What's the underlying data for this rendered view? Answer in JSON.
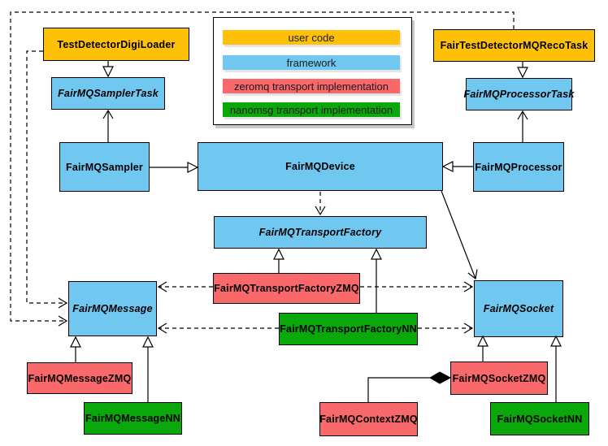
{
  "colors": {
    "user_code": "#FFC107",
    "framework": "#70C8F0",
    "zeromq_transport": "#F9696C",
    "nanomsg_transport": "#0AA80A"
  },
  "legend": {
    "items": [
      {
        "label": "user code",
        "color": "#FFC107"
      },
      {
        "label": "framework",
        "color": "#70C8F0"
      },
      {
        "label": "zeromq transport implementation",
        "color": "#F9696C"
      },
      {
        "label": "nanomsg transport implementation",
        "color": "#0AA80A"
      }
    ]
  },
  "nodes": {
    "testDetectorDigiLoader": {
      "label": "TestDetectorDigiLoader",
      "category": "user code"
    },
    "fairTestDetectorMQRecoTask": {
      "label": "FairTestDetectorMQRecoTask",
      "category": "user code"
    },
    "fairMQSamplerTask": {
      "label": "FairMQSamplerTask",
      "category": "framework"
    },
    "fairMQProcessorTask": {
      "label": "FairMQProcessorTask",
      "category": "framework"
    },
    "fairMQSampler": {
      "label": "FairMQSampler",
      "category": "framework"
    },
    "fairMQDevice": {
      "label": "FairMQDevice",
      "category": "framework"
    },
    "fairMQProcessor": {
      "label": "FairMQProcessor",
      "category": "framework"
    },
    "fairMQTransportFactory": {
      "label": "FairMQTransportFactory",
      "category": "framework"
    },
    "fairMQTransportFactoryZMQ": {
      "label": "FairMQTransportFactoryZMQ",
      "category": "zeromq transport implementation"
    },
    "fairMQTransportFactoryNN": {
      "label": "FairMQTransportFactoryNN",
      "category": "nanomsg transport implementation"
    },
    "fairMQMessage": {
      "label": "FairMQMessage",
      "category": "framework"
    },
    "fairMQSocket": {
      "label": "FairMQSocket",
      "category": "framework"
    },
    "fairMQMessageZMQ": {
      "label": "FairMQMessageZMQ",
      "category": "zeromq transport implementation"
    },
    "fairMQMessageNN": {
      "label": "FairMQMessageNN",
      "category": "nanomsg transport implementation"
    },
    "fairMQContextZMQ": {
      "label": "FairMQContextZMQ",
      "category": "zeromq transport implementation"
    },
    "fairMQSocketZMQ": {
      "label": "FairMQSocketZMQ",
      "category": "zeromq transport implementation"
    },
    "fairMQSocketNN": {
      "label": "FairMQSocketNN",
      "category": "nanomsg transport implementation"
    }
  },
  "edges": [
    {
      "from": "TestDetectorDigiLoader",
      "to": "FairMQSamplerTask",
      "line": "solid",
      "head": "hollow-triangle"
    },
    {
      "from": "FairTestDetectorMQRecoTask",
      "to": "FairMQProcessorTask",
      "line": "solid",
      "head": "hollow-triangle"
    },
    {
      "from": "FairMQSampler",
      "to": "FairMQSamplerTask",
      "line": "solid",
      "head": "open-arrow"
    },
    {
      "from": "FairMQProcessor",
      "to": "FairMQProcessorTask",
      "line": "solid",
      "head": "open-arrow"
    },
    {
      "from": "FairMQSampler",
      "to": "FairMQDevice",
      "line": "solid",
      "head": "hollow-triangle"
    },
    {
      "from": "FairMQProcessor",
      "to": "FairMQDevice",
      "line": "solid",
      "head": "hollow-triangle"
    },
    {
      "from": "FairMQDevice",
      "to": "FairMQTransportFactory",
      "line": "dashed",
      "head": "open-arrow"
    },
    {
      "from": "FairMQDevice",
      "to": "FairMQSocket",
      "line": "solid",
      "head": "open-arrow"
    },
    {
      "from": "FairMQTransportFactoryZMQ",
      "to": "FairMQTransportFactory",
      "line": "solid",
      "head": "hollow-triangle"
    },
    {
      "from": "FairMQTransportFactoryNN",
      "to": "FairMQTransportFactory",
      "line": "solid",
      "head": "hollow-triangle"
    },
    {
      "from": "FairMQTransportFactoryZMQ",
      "to": "FairMQMessage",
      "line": "dashed",
      "head": "open-arrow"
    },
    {
      "from": "FairMQTransportFactoryZMQ",
      "to": "FairMQSocket",
      "line": "dashed",
      "head": "open-arrow"
    },
    {
      "from": "FairMQTransportFactoryNN",
      "to": "FairMQMessage",
      "line": "dashed",
      "head": "open-arrow"
    },
    {
      "from": "FairMQTransportFactoryNN",
      "to": "FairMQSocket",
      "line": "dashed",
      "head": "open-arrow"
    },
    {
      "from": "TestDetectorDigiLoader",
      "to": "FairMQMessage",
      "line": "dashed",
      "head": "open-arrow"
    },
    {
      "from": "FairTestDetectorMQRecoTask",
      "to": "FairMQMessage",
      "line": "dashed",
      "head": "open-arrow"
    },
    {
      "from": "FairMQMessageZMQ",
      "to": "FairMQMessage",
      "line": "solid",
      "head": "hollow-triangle"
    },
    {
      "from": "FairMQMessageNN",
      "to": "FairMQMessage",
      "line": "solid",
      "head": "hollow-triangle"
    },
    {
      "from": "FairMQSocketZMQ",
      "to": "FairMQSocket",
      "line": "solid",
      "head": "hollow-triangle"
    },
    {
      "from": "FairMQSocketNN",
      "to": "FairMQSocket",
      "line": "solid",
      "head": "hollow-triangle"
    },
    {
      "from": "FairMQContextZMQ",
      "to": "FairMQSocketZMQ",
      "line": "solid",
      "head": "filled-diamond"
    }
  ]
}
